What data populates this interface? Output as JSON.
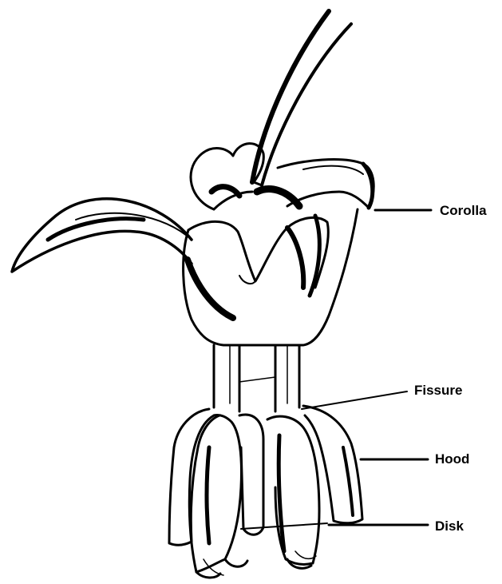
{
  "labels": {
    "corolla": "Corolla",
    "fissure": "Fissure",
    "hood": "Hood",
    "disk": "Disk"
  },
  "colors": {
    "ink": "#000000",
    "paper": "#ffffff"
  }
}
